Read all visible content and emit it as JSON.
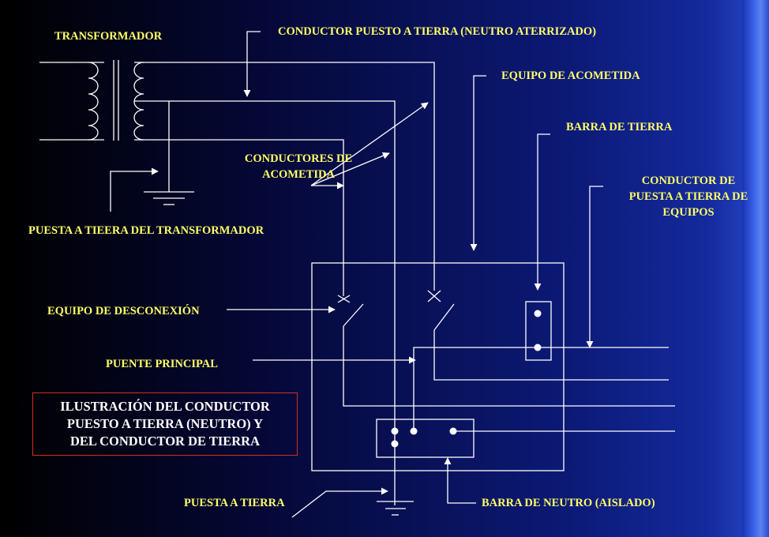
{
  "labels": {
    "transformador": "TRANSFORMADOR",
    "conductor_puesto_tierra": "CONDUCTOR PUESTO A TIERRA (NEUTRO ATERRIZADO)",
    "equipo_acometida": "EQUIPO DE ACOMETIDA",
    "barra_tierra": "BARRA DE TIERRA",
    "conductores_acometida_1": "CONDUCTORES DE",
    "conductores_acometida_2": "ACOMETIDA",
    "conductor_puesta_tierra_equipos_1": "CONDUCTOR DE",
    "conductor_puesta_tierra_equipos_2": "PUESTA A TIERRA DE",
    "conductor_puesta_tierra_equipos_3": "EQUIPOS",
    "puesta_tierra_transformador": "PUESTA A TIEERA DEL TRANSFORMADOR",
    "equipo_desconexion": "EQUIPO DE DESCONEXIÓN",
    "puente_principal": "PUENTE PRINCIPAL",
    "puesta_tierra": "PUESTA A TIERRA",
    "barra_neutro": "BARRA DE NEUTRO (AISLADO)"
  },
  "caption": {
    "line1": "ILUSTRACIÓN DEL CONDUCTOR",
    "line2": "PUESTO A TIERRA (NEUTRO)  Y",
    "line3": "DEL CONDUCTOR DE TIERRA"
  },
  "colors": {
    "label_text": "#ffff66",
    "caption_text": "#ffffff",
    "caption_border": "#d03020",
    "wire": "#ffffff"
  }
}
